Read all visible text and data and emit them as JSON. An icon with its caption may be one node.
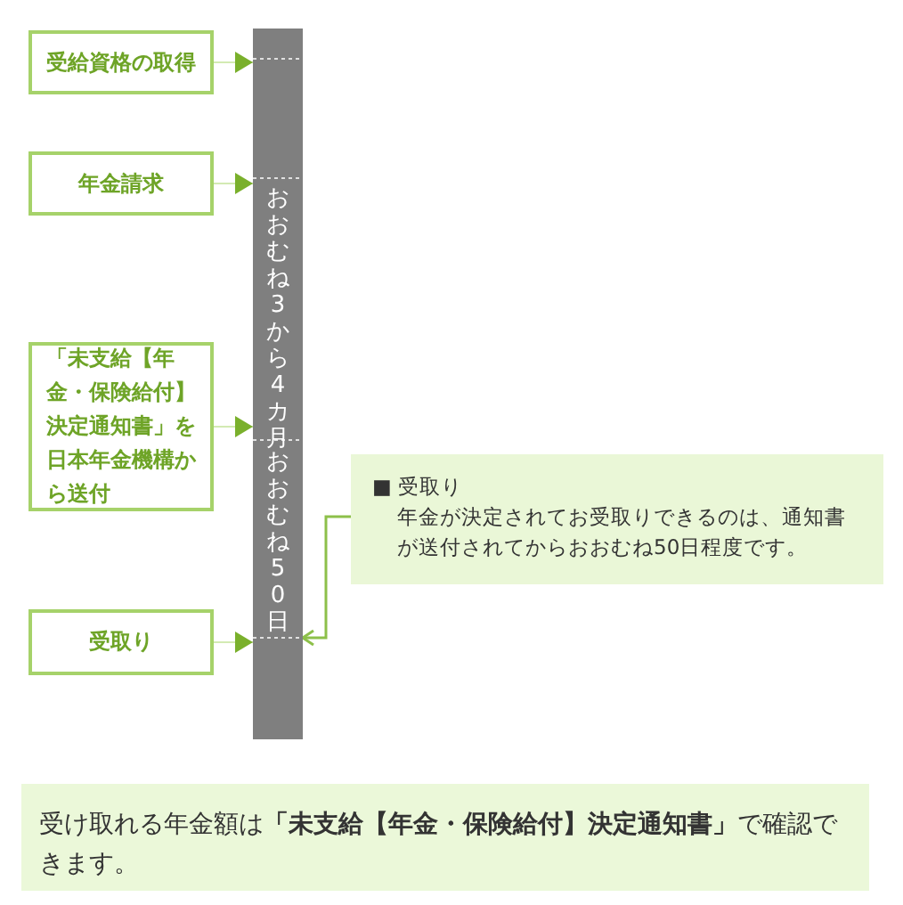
{
  "diagram": {
    "nodes": [
      {
        "text": [
          "受給資格の取得"
        ]
      },
      {
        "text": [
          "年金請求"
        ]
      },
      {
        "text": [
          "「未支給【年金・保険給付】決定通知書」を日本年金機構から送付"
        ]
      },
      {
        "text": [
          "受取り"
        ]
      },
      {
        "text": [
          "おおむね3から4カ月",
          "おおむね50日"
        ]
      },
      {
        "text": [
          "■ 受取り",
          "年金が決定されてお受取りできるのは、通知書が送付されてからおおむね50日程度です。"
        ]
      },
      {
        "text": [
          "受け取れる年金額は**「未支給【年金・保険給付】決定通知書」**で確認できます。"
        ]
      }
    ],
    "edges": [
      {
        "from": 0,
        "to": 4,
        "arrow": "to"
      },
      {
        "from": 1,
        "to": 4,
        "arrow": "to"
      },
      {
        "from": 2,
        "to": 4,
        "arrow": "to"
      },
      {
        "from": 3,
        "to": 4,
        "arrow": "to"
      },
      {
        "from": 5,
        "to": 4,
        "arrow": "to",
        "color": "#8dc04a"
      }
    ]
  }
}
